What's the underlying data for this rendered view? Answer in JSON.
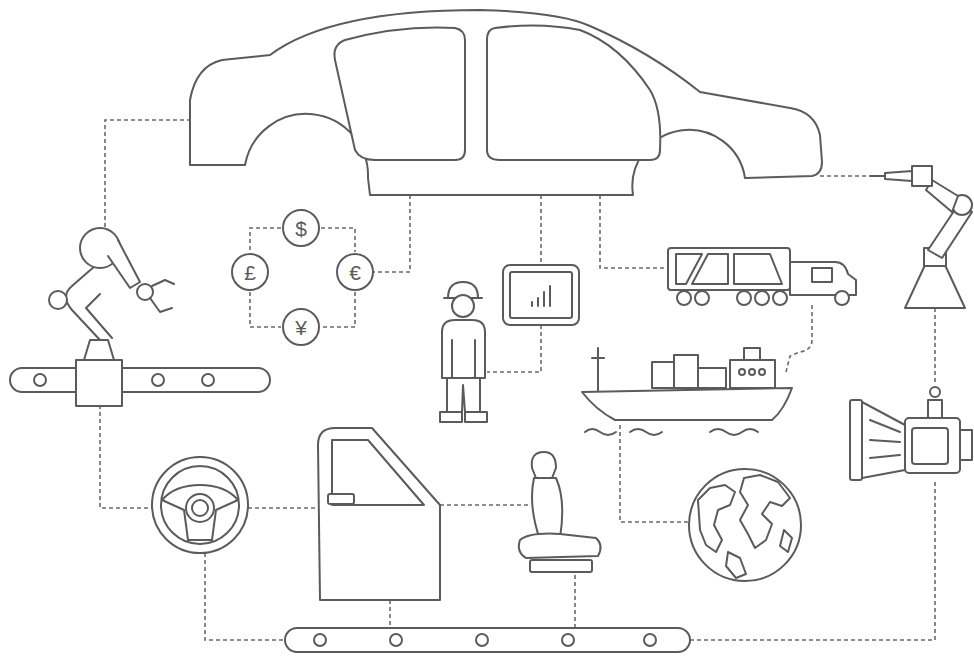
{
  "diagram": {
    "nodes": [
      {
        "text": [
          "$"
        ]
      },
      {
        "text": [
          "£"
        ]
      },
      {
        "text": [
          "€"
        ]
      },
      {
        "text": [
          "¥"
        ]
      }
    ],
    "edges": [
      {
        "from": 0,
        "to": 1,
        "arrow": "none"
      },
      {
        "from": 0,
        "to": 2,
        "arrow": "none"
      },
      {
        "from": 2,
        "to": 3,
        "arrow": "none"
      },
      {
        "from": 1,
        "to": 3,
        "arrow": "none"
      }
    ]
  }
}
